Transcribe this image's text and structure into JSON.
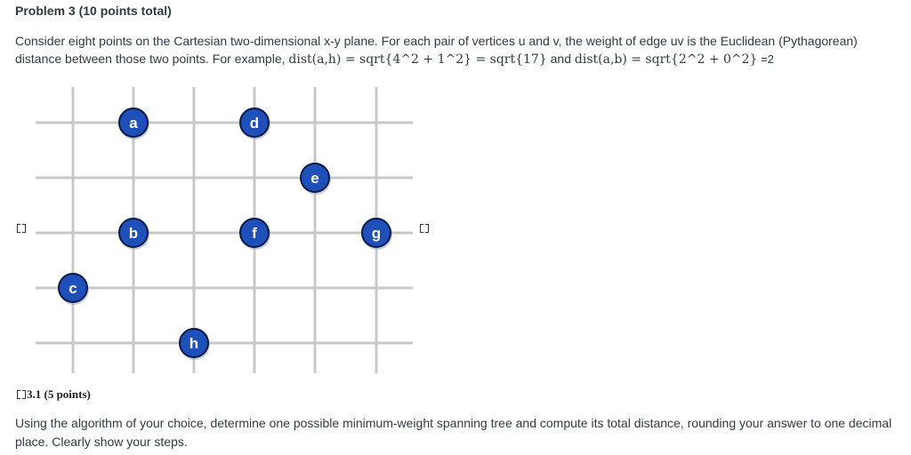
{
  "problem": {
    "title": "Problem 3 (10 points total)",
    "intro_text": "Consider eight points on the Cartesian two-dimensional x-y plane. For each pair of vertices u and v, the weight of edge uv is the Euclidean (Pythagorean) distance between those two points. For example, ",
    "example_1_lhs": "dist(a,h) = sqrt{4^2 + 1^2} = sqrt{17}",
    "example_joiner": " and ",
    "example_2_lhs": "dist(a,b) = sqrt{2^2 + 0^2}",
    "example_2_result": " =2"
  },
  "graph": {
    "points": [
      {
        "label": "a",
        "col": 1,
        "row": 0
      },
      {
        "label": "d",
        "col": 3,
        "row": 0
      },
      {
        "label": "e",
        "col": 4,
        "row": 1
      },
      {
        "label": "b",
        "col": 1,
        "row": 2
      },
      {
        "label": "f",
        "col": 3,
        "row": 2
      },
      {
        "label": "g",
        "col": 5,
        "row": 2
      },
      {
        "label": "c",
        "col": 0,
        "row": 3
      },
      {
        "label": "h",
        "col": 2,
        "row": 4
      }
    ],
    "node_color": "#1f4fb8"
  },
  "subpart": {
    "heading": "3.1 (5 points)",
    "text": "Using the algorithm of your choice, determine one possible minimum-weight spanning tree and compute its total distance, rounding your answer to one decimal place. Clearly show your steps."
  }
}
